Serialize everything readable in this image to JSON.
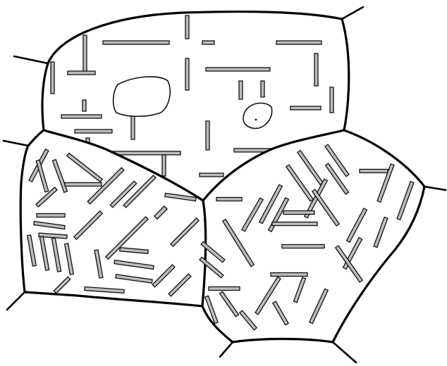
{
  "figure": {
    "grains": [
      {
        "id": "upper",
        "pattern": "orthogonal",
        "stroke_color": "#000000"
      },
      {
        "id": "left",
        "pattern": "diagonal",
        "stroke_color": "#000000"
      },
      {
        "id": "right",
        "pattern": "mixed",
        "stroke_color": "#000000"
      }
    ],
    "inclusions": [
      {
        "id": "large-inclusion",
        "grain": "upper"
      },
      {
        "id": "small-inclusion",
        "grain": "upper"
      }
    ],
    "lath_fill_color": "#bdbdbd",
    "background_color": "#ffffff"
  }
}
